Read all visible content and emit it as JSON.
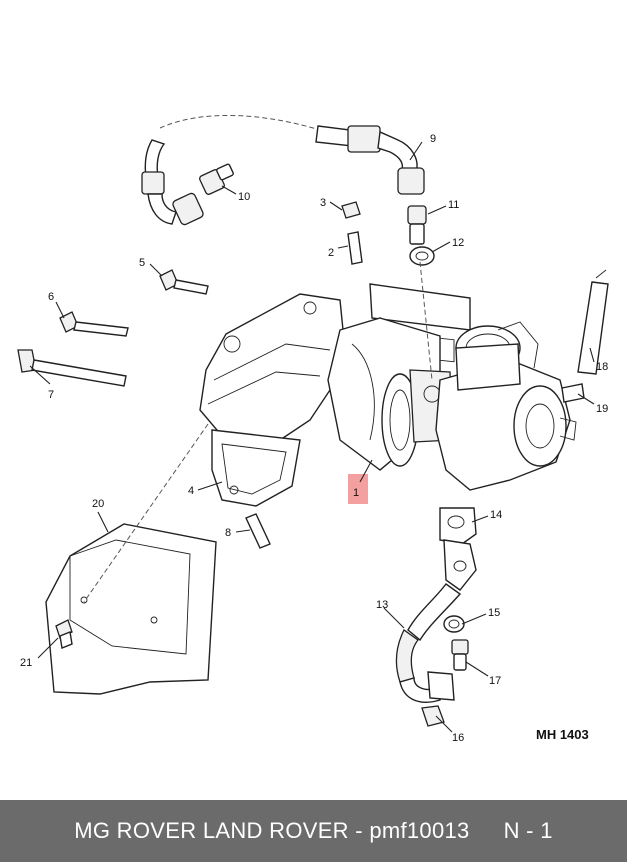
{
  "diagram": {
    "drawing_code": "MH 1403",
    "highlight_color": "#f4a0a0",
    "callouts": [
      "1",
      "2",
      "3",
      "4",
      "5",
      "6",
      "7",
      "8",
      "9",
      "10",
      "11",
      "12",
      "13",
      "14",
      "15",
      "16",
      "17",
      "18",
      "19",
      "20",
      "21"
    ]
  },
  "footer": {
    "title": "MG ROVER LAND ROVER - pmf10013",
    "page": "N - 1",
    "background": "#6b6b6b"
  }
}
